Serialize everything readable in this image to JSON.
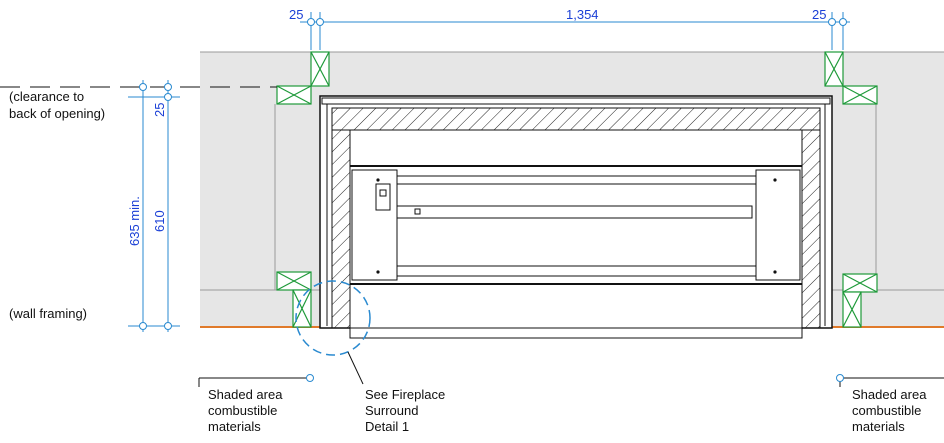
{
  "dimensions": {
    "left_offset": "25",
    "width": "1,354",
    "right_offset": "25",
    "top_clearance": "25",
    "total_height": "635 min.",
    "framing_height": "610"
  },
  "notes": {
    "clearance_line1": "(clearance to",
    "clearance_line2": "back of opening)",
    "wall_framing": "(wall framing)",
    "shaded_left": [
      "Shaded area",
      "combustible",
      "materials"
    ],
    "surround": [
      "See Fireplace",
      "Surround",
      "Detail 1"
    ],
    "shaded_right": [
      "Shaded area",
      "combustible",
      "materials"
    ]
  },
  "colors": {
    "dimension": "#1a3fd6",
    "dimension_marker": "#2a8ad0",
    "framing_block": "#1f9a3a",
    "floor_line": "#e07a2a",
    "shaded_area": "#e6e6e6",
    "callout_circle": "#2a8ad0"
  },
  "icons": {
    "hatching": "diagonal-hatch-pattern",
    "framing_block": "x-block-icon"
  }
}
